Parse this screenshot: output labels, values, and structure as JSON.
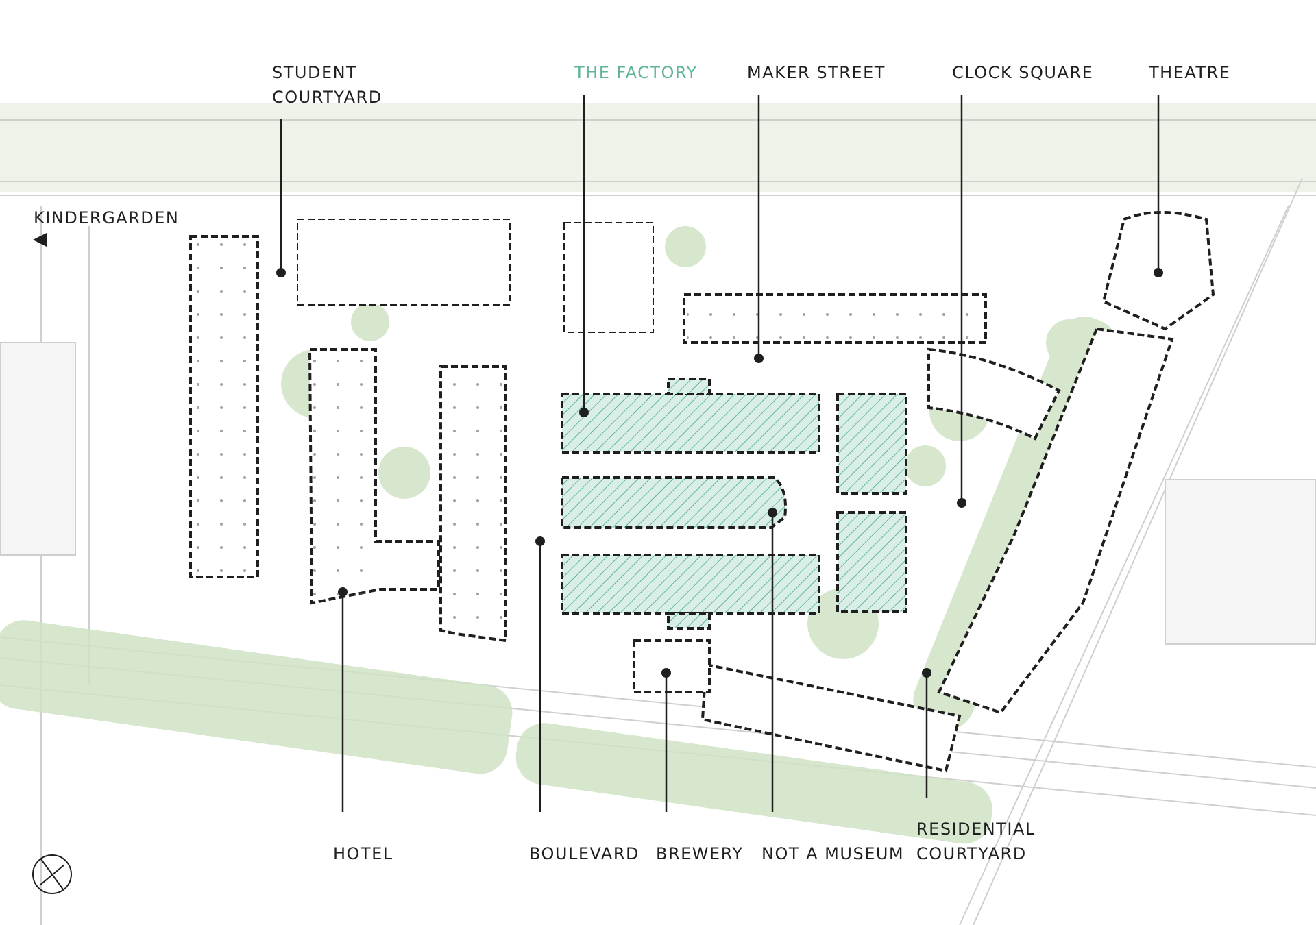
{
  "labels": {
    "student_courtyard": "STUDENT\nCOURTYARD",
    "the_factory": "THE FACTORY",
    "maker_street": "MAKER STREET",
    "clock_square": "CLOCK SQUARE",
    "theatre": "THEATRE",
    "kindergarden": "KINDERGARDEN",
    "hotel": "HOTEL",
    "boulevard": "BOULEVARD",
    "brewery": "BREWERY",
    "not_a_museum": "NOT A MUSEUM",
    "residential_courtyard": "RESIDENTIAL\nCOURTYARD"
  },
  "icons": {
    "kindergarden_arrow": "arrow-left-icon",
    "north_arrow": "north-arrow-icon"
  },
  "colors": {
    "factory_green": "#5fb596",
    "factory_fill": "#d9eee6",
    "tree_green": "#cfe3c6",
    "ink": "#1f1f1f"
  }
}
